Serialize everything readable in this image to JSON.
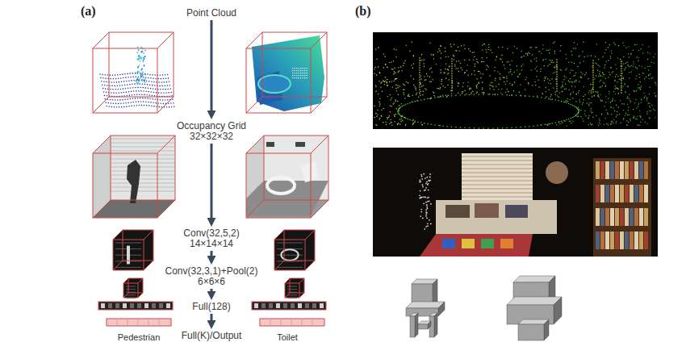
{
  "diagram": {
    "nodes": [
      {
        "text": [
          "Point Cloud"
        ]
      },
      {
        "text": [
          "Occupancy Grid",
          "32×32×32"
        ]
      },
      {
        "text": [
          "Conv(32,5,2)",
          "14×14×14"
        ]
      },
      {
        "text": [
          "Conv(32,3,1)+Pool(2)",
          "6×6×6"
        ]
      },
      {
        "text": [
          "Full(128)"
        ]
      },
      {
        "text": [
          "Full(K)/Output"
        ]
      }
    ],
    "edges": [
      {
        "from": 0,
        "to": 1,
        "arrow": "to"
      },
      {
        "from": 1,
        "to": 2,
        "arrow": "to"
      },
      {
        "from": 2,
        "to": 3,
        "arrow": "to"
      },
      {
        "from": 3,
        "to": 4,
        "arrow": "to"
      },
      {
        "from": 4,
        "to": 5,
        "arrow": "to"
      }
    ],
    "labels": [
      "(a)",
      "(b)",
      "Pedestrian",
      "Toilet"
    ]
  }
}
